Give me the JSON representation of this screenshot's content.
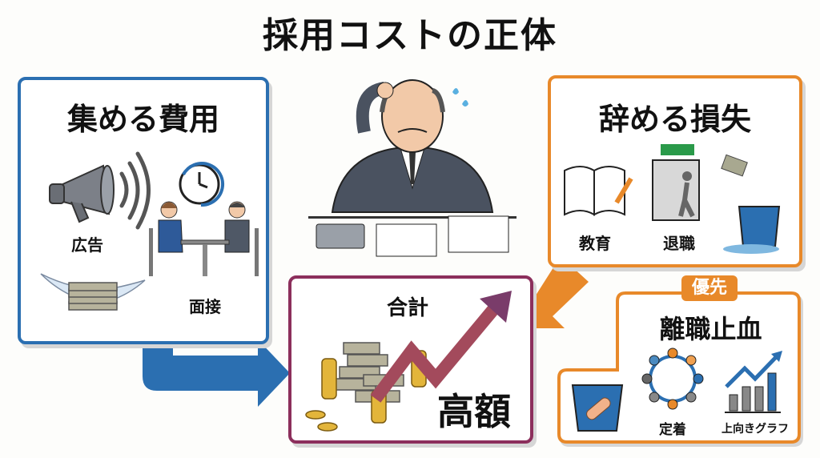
{
  "title": "採用コストの正体",
  "left_panel": {
    "heading": "集める費用",
    "items": [
      {
        "label": "広告",
        "icon": "megaphone-icon"
      },
      {
        "label": "面接",
        "icon": "interview-icon"
      }
    ]
  },
  "right_panel": {
    "heading": "辞める損失",
    "items": [
      {
        "label": "教育",
        "icon": "book-icon"
      },
      {
        "label": "退職",
        "icon": "exit-door-icon"
      }
    ]
  },
  "center_panel": {
    "heading": "合計",
    "result": "高額"
  },
  "priority_panel": {
    "badge": "優先",
    "heading": "離職止血",
    "items": [
      {
        "label": "定着",
        "icon": "team-circle-icon"
      },
      {
        "label": "上向きグラフ",
        "icon": "rising-chart-icon"
      }
    ]
  },
  "colors": {
    "blue": "#2b6fb1",
    "orange": "#e8892a",
    "maroon": "#8c2f5c"
  }
}
